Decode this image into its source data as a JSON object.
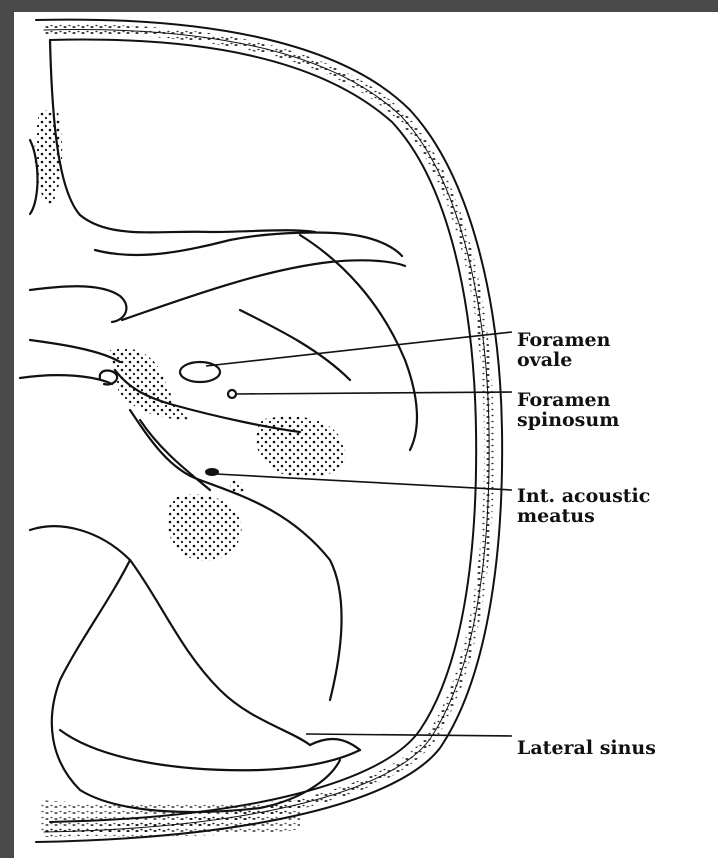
{
  "colors": {
    "ink": "#111111",
    "paper": "#ffffff",
    "border": "#4a4a4a"
  },
  "labels": {
    "foramen_ovale": {
      "line1": "Foramen",
      "line2": "ovale"
    },
    "foramen_spinosum": {
      "line1": "Foramen",
      "line2": "spinosum"
    },
    "int_acoustic_meatus": {
      "line1": "Int. acoustic",
      "line2": "meatus"
    },
    "lateral_sinus": {
      "line1": "Lateral sinus"
    }
  }
}
